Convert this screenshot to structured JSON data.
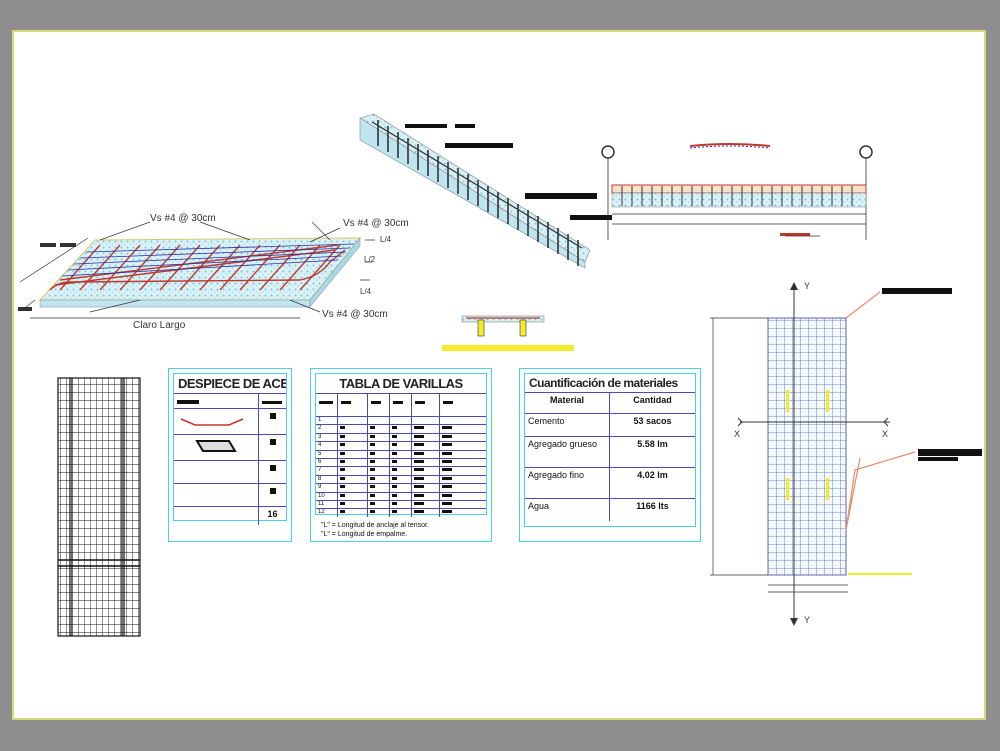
{
  "labels": {
    "vs_top": "Vs #4 @ 30cm",
    "vs_right": "Vs #4 @ 30cm",
    "vs_bottom": "Vs #4 @ 30cm",
    "claro_largo": "Claro Largo",
    "l4_top": "L/4",
    "l2": "L/2",
    "l4_bottom": "L/4",
    "axis_y_top": "Y",
    "axis_y_bottom": "Y",
    "axis_x_left": "X",
    "axis_x_right": "X"
  },
  "despiece": {
    "title": "DESPIECE DE ACERO",
    "rows": 5,
    "last_mark": "16"
  },
  "varillas": {
    "title": "TABLA DE VARILLAS",
    "row_numbers": [
      "1",
      "2",
      "3",
      "4",
      "5",
      "6",
      "7",
      "8",
      "9",
      "10",
      "11",
      "12"
    ],
    "note1": "\"L\" = Longitud de anclaje al tensor.",
    "note2": "\"L\" = Longitud de empalme."
  },
  "materiales": {
    "title": "Cuantificación de materiales",
    "header": [
      "Material",
      "Cantidad"
    ],
    "rows": [
      {
        "material": "Cemento",
        "cantidad": "53  sacos"
      },
      {
        "material": "Agregado grueso",
        "cantidad": "5.58 lm"
      },
      {
        "material": "Agregado fino",
        "cantidad": "4.02 lm"
      },
      {
        "material": "Agua",
        "cantidad": "1166 lts"
      }
    ]
  },
  "colors": {
    "background": "#8e8e8e",
    "sheet": "#ffffff",
    "sheet_border": "#d6d67a",
    "rebar_red": "#c0392b",
    "grid_blue": "#2f2f9a",
    "cyan": "#48d2e6",
    "yellow": "#f2ec2a",
    "concrete": "#8fd3e6"
  }
}
